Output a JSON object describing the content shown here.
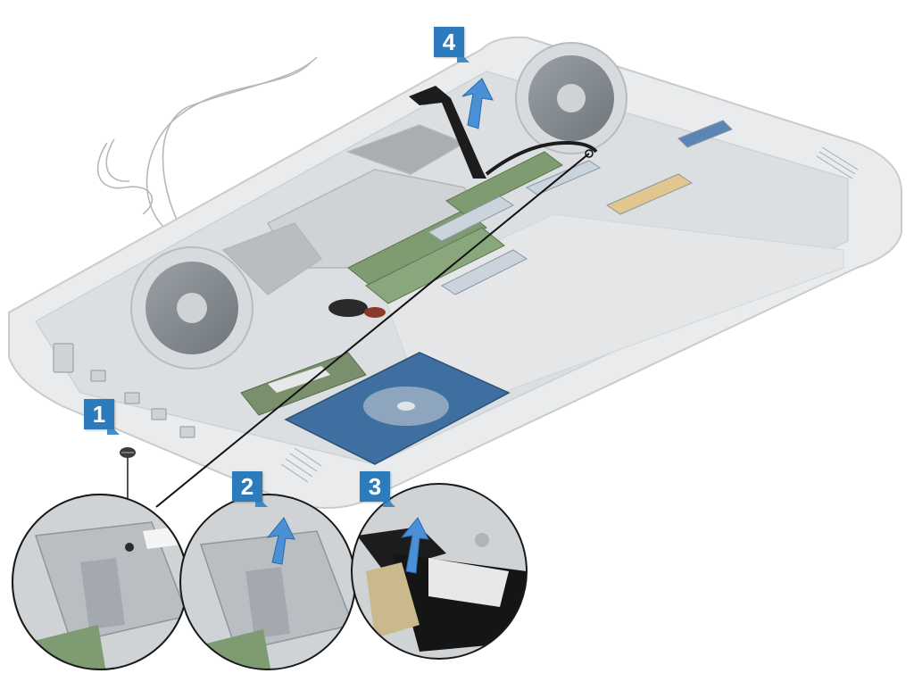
{
  "colors": {
    "chassis": "#e9ebec",
    "chassis_edge": "#c9cccf",
    "bracket_metal": "#b9bec3",
    "board_green": "#7f9b72",
    "drive_blue": "#3f6fa0",
    "cable_black": "#1c1c1c",
    "step_badge": "#2b7bbd",
    "arrow_blue": "#4a90d6"
  },
  "steps": [
    {
      "number": "1",
      "action": "remove-screw"
    },
    {
      "number": "2",
      "action": "lift-bracket"
    },
    {
      "number": "3",
      "action": "lift-cable-tab"
    },
    {
      "number": "4",
      "action": "lift-cable"
    }
  ]
}
